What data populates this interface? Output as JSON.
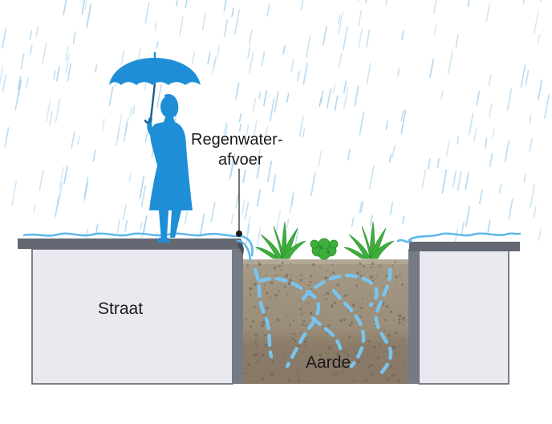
{
  "labels": {
    "drain_line1": "Regenwater-",
    "drain_line2": "afvoer",
    "street": "Straat",
    "soil": "Aarde"
  },
  "colors": {
    "rain": "#a9d3ee",
    "water": "#5fb9ec",
    "figure": "#1e8fd6",
    "street_top": "#636873",
    "street_wall": "#e9e9ef",
    "soil_top": "#a09480",
    "soil_bottom": "#8a7a69",
    "plant": "#3fae3c",
    "plant_dark": "#2a8f2c"
  },
  "icons": [
    "umbrella-icon",
    "person-silhouette-icon",
    "grass-plant-icon",
    "shrub-icon"
  ]
}
